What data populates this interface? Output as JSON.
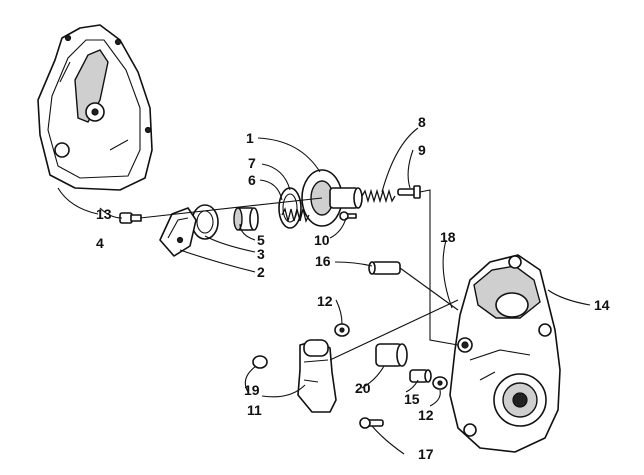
{
  "diagram": {
    "callouts": {
      "c1": "1",
      "c2": "2",
      "c3": "3",
      "c4": "4",
      "c5": "5",
      "c6": "6",
      "c7": "7",
      "c8": "8",
      "c9": "9",
      "c10": "10",
      "c11": "11",
      "c12a": "12",
      "c12b": "12",
      "c13": "13",
      "c14": "14",
      "c15": "15",
      "c16": "16",
      "c17": "17",
      "c18": "18",
      "c19": "19",
      "c20": "20"
    }
  }
}
